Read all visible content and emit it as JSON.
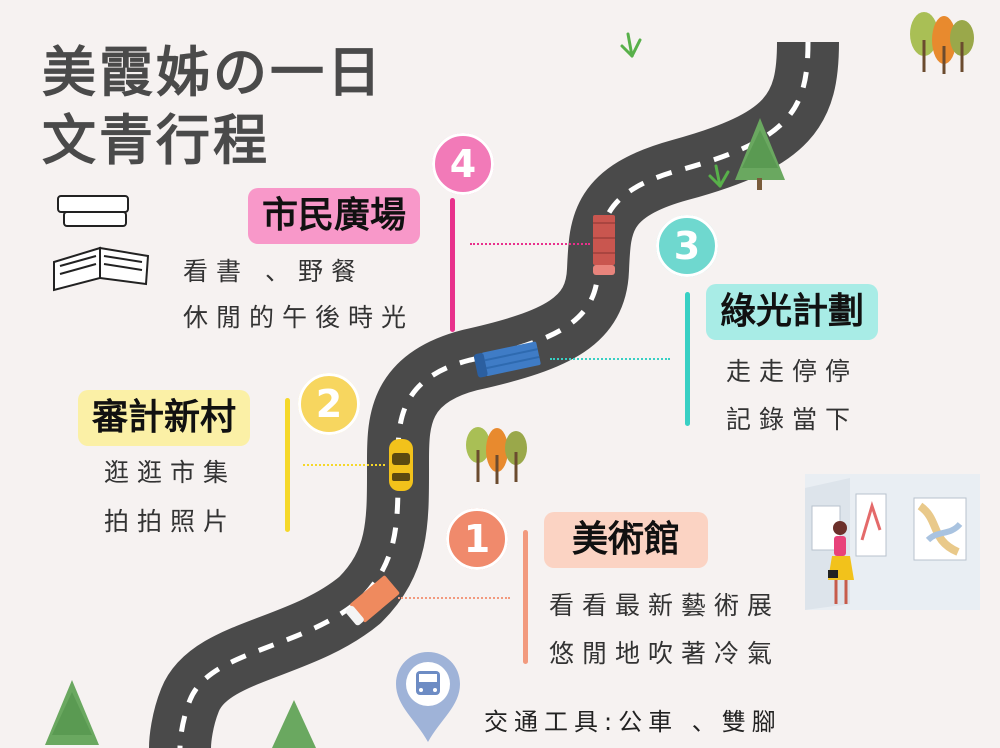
{
  "title": {
    "line1": "美霞姊の一日",
    "line2": "文青行程"
  },
  "stops": [
    {
      "number": "1",
      "name": "美術館",
      "line1": "看看最新藝術展",
      "line2": "悠閒地吹著冷氣",
      "badge_color": "#f08a6c",
      "box_color": "#fbd3c3",
      "bar_color": "#f29a7e"
    },
    {
      "number": "2",
      "name": "審計新村",
      "line1": "逛逛市集",
      "line2": "拍拍照片",
      "badge_color": "#f7d65f",
      "box_color": "#fbf0a6",
      "bar_color": "#f5d82a"
    },
    {
      "number": "3",
      "name": "綠光計劃",
      "line1": "走走停停",
      "line2": "記錄當下",
      "badge_color": "#6fd8cf",
      "box_color": "#a8ece6",
      "bar_color": "#38d0c4"
    },
    {
      "number": "4",
      "name": "市民廣場",
      "line1": "看書 、野餐",
      "line2": "休閒的午後時光",
      "badge_color": "#f27ab8",
      "box_color": "#f898c9",
      "bar_color": "#e8318c"
    }
  ],
  "transport": {
    "text": "交通工具:公車 、雙腳",
    "pin_icon": "bus-pin-icon",
    "pin_color": "#9fb3d8"
  },
  "road": {
    "asphalt": "#4a4a4a",
    "dashes": "#ffffff"
  }
}
